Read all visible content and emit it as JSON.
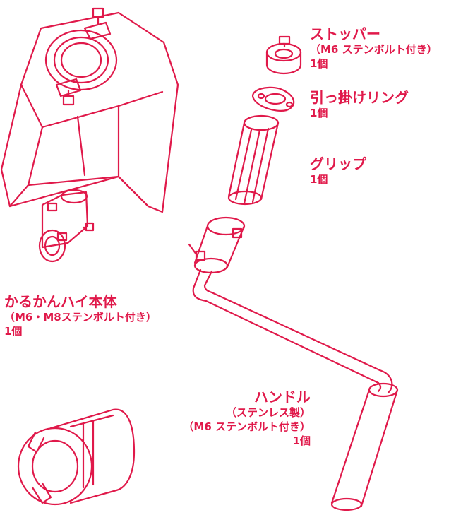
{
  "colors": {
    "line": "#e0194a",
    "background": "#ffffff"
  },
  "parts": {
    "stopper": {
      "name": "ストッパー",
      "spec": "（M6 ステンボルト付き）",
      "qty": "1個"
    },
    "hook_ring": {
      "name": "引っ掛けリング",
      "qty": "1個"
    },
    "grip": {
      "name": "グリップ",
      "qty": "1個"
    },
    "body": {
      "name": "かるかんハイ本体",
      "spec": "（M6・M8ステンボルト付き）",
      "qty": "1個"
    },
    "handle": {
      "name": "ハンドル",
      "material": "（ステンレス製）",
      "spec": "（M6 ステンボルト付き）",
      "qty": "1個"
    }
  }
}
